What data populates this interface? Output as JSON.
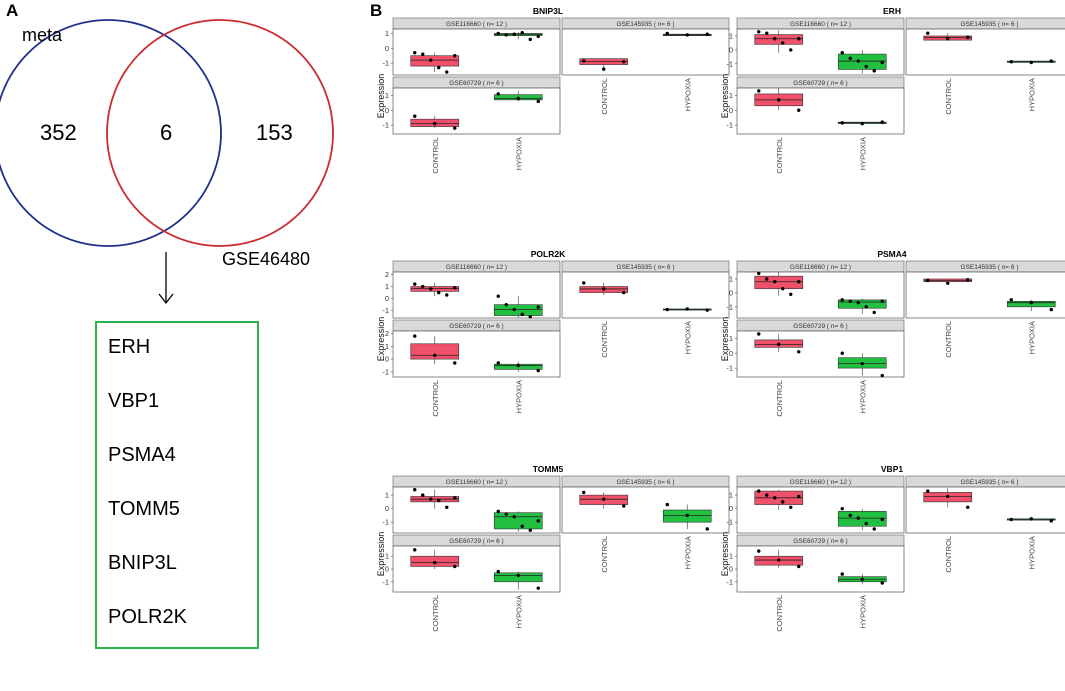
{
  "panel_a": {
    "letter": "A",
    "venn": {
      "left_label": "meta",
      "right_label": "GSE46480",
      "left_only": "352",
      "overlap": "6",
      "right_only": "153",
      "left_color": "#1f2f8c",
      "right_color": "#cc2b2b"
    },
    "gene_box_color": "#2eb04f",
    "genes": [
      "ERH",
      "VBP1",
      "PSMA4",
      "TOMM5",
      "BNIP3L",
      "POLR2K"
    ]
  },
  "panel_b": {
    "letter": "B",
    "ylabel": "Expression",
    "categories": [
      "CONTROL",
      "HYPOXIA"
    ],
    "colors": {
      "CONTROL": "#f0506a",
      "HYPOXIA": "#22c040"
    },
    "strip_labels": [
      "GSE116660 ( n= 12 )",
      "GSE145935 ( n= 6 )",
      "GSE60729 ( n= 6 )"
    ]
  },
  "chart_data": [
    {
      "type": "box",
      "title": "BNIP3L",
      "yticks": [
        -1,
        0,
        1
      ],
      "facets": [
        {
          "strip": "GSE116660 ( n= 12 )",
          "ylim": [
            -1.8,
            1.3
          ],
          "boxes": [
            {
              "category": "CONTROL",
              "q1": -1.2,
              "median": -0.8,
              "q3": -0.5,
              "min": -1.6,
              "max": -0.3
            },
            {
              "category": "HYPOXIA",
              "q1": 0.85,
              "median": 0.95,
              "q3": 1.0,
              "min": 0.6,
              "max": 1.1
            }
          ],
          "points": [
            {
              "category": "CONTROL",
              "y": [
                -0.3,
                -0.4,
                -0.8,
                -1.3,
                -1.6,
                -0.5
              ]
            },
            {
              "category": "HYPOXIA",
              "y": [
                1.0,
                0.9,
                0.95,
                1.05,
                0.6,
                0.8
              ]
            }
          ]
        },
        {
          "strip": "GSE145935 ( n= 6 )",
          "ylim": [
            -1.8,
            1.3
          ],
          "boxes": [
            {
              "category": "CONTROL",
              "q1": -1.1,
              "median": -0.9,
              "q3": -0.7,
              "min": -1.5,
              "max": -0.7
            },
            {
              "category": "HYPOXIA",
              "q1": 0.85,
              "median": 0.9,
              "q3": 0.95,
              "min": 0.85,
              "max": 1.0
            }
          ],
          "points": [
            {
              "category": "CONTROL",
              "y": [
                -0.85,
                -1.4,
                -0.9
              ]
            },
            {
              "category": "HYPOXIA",
              "y": [
                1.0,
                0.9,
                0.95
              ]
            }
          ]
        },
        {
          "strip": "GSE60729 ( n= 6 )",
          "ylim": [
            -1.6,
            1.5
          ],
          "boxes": [
            {
              "category": "CONTROL",
              "q1": -1.1,
              "median": -0.9,
              "q3": -0.6,
              "min": -1.2,
              "max": -0.4
            },
            {
              "category": "HYPOXIA",
              "q1": 0.7,
              "median": 0.8,
              "q3": 1.05,
              "min": 0.6,
              "max": 1.3
            }
          ],
          "points": [
            {
              "category": "CONTROL",
              "y": [
                -0.4,
                -0.9,
                -1.2
              ]
            },
            {
              "category": "HYPOXIA",
              "y": [
                1.1,
                0.8,
                0.6
              ]
            }
          ]
        }
      ]
    },
    {
      "type": "box",
      "title": "ERH",
      "yticks": [
        -1,
        0,
        1
      ],
      "facets": [
        {
          "strip": "GSE116660 ( n= 12 )",
          "ylim": [
            -1.8,
            1.5
          ],
          "boxes": [
            {
              "category": "CONTROL",
              "q1": 0.4,
              "median": 0.8,
              "q3": 1.1,
              "min": -0.2,
              "max": 1.4
            },
            {
              "category": "HYPOXIA",
              "q1": -1.4,
              "median": -0.8,
              "q3": -0.3,
              "min": -1.7,
              "max": 0.0
            }
          ],
          "points": [
            {
              "category": "CONTROL",
              "y": [
                1.3,
                1.2,
                0.8,
                0.5,
                0.0,
                0.8
              ]
            },
            {
              "category": "HYPOXIA",
              "y": [
                -0.2,
                -0.6,
                -0.8,
                -1.2,
                -1.5,
                -0.9
              ]
            }
          ]
        },
        {
          "strip": "GSE145935 ( n= 6 )",
          "ylim": [
            -1.8,
            1.5
          ],
          "boxes": [
            {
              "category": "CONTROL",
              "q1": 0.7,
              "median": 0.9,
              "q3": 1.0,
              "min": 0.7,
              "max": 1.2
            },
            {
              "category": "HYPOXIA",
              "q1": -0.9,
              "median": -0.85,
              "q3": -0.8,
              "min": -0.95,
              "max": -0.8
            }
          ],
          "points": [
            {
              "category": "CONTROL",
              "y": [
                1.2,
                0.8,
                0.9
              ]
            },
            {
              "category": "HYPOXIA",
              "y": [
                -0.85,
                -0.9,
                -0.8
              ]
            }
          ]
        },
        {
          "strip": "GSE60729 ( n= 6 )",
          "ylim": [
            -1.6,
            1.5
          ],
          "boxes": [
            {
              "category": "CONTROL",
              "q1": 0.3,
              "median": 0.7,
              "q3": 1.1,
              "min": 0.0,
              "max": 1.5
            },
            {
              "category": "HYPOXIA",
              "q1": -0.9,
              "median": -0.85,
              "q3": -0.8,
              "min": -0.9,
              "max": -0.8
            }
          ],
          "points": [
            {
              "category": "CONTROL",
              "y": [
                1.3,
                0.7,
                0.0
              ]
            },
            {
              "category": "HYPOXIA",
              "y": [
                -0.85,
                -0.9,
                -0.8
              ]
            }
          ]
        }
      ]
    },
    {
      "type": "box",
      "title": "POLR2K",
      "yticks": [
        -1,
        0,
        1,
        2
      ],
      "facets": [
        {
          "strip": "GSE116660 ( n= 12 )",
          "ylim": [
            -1.6,
            2.2
          ],
          "boxes": [
            {
              "category": "CONTROL",
              "q1": 0.6,
              "median": 0.85,
              "q3": 1.0,
              "min": 0.2,
              "max": 1.3
            },
            {
              "category": "HYPOXIA",
              "q1": -1.4,
              "median": -0.9,
              "q3": -0.5,
              "min": -1.6,
              "max": 0.2
            }
          ],
          "points": [
            {
              "category": "CONTROL",
              "y": [
                1.2,
                1.0,
                0.8,
                0.5,
                0.3,
                0.9
              ]
            },
            {
              "category": "HYPOXIA",
              "y": [
                0.2,
                -0.5,
                -0.9,
                -1.3,
                -1.5,
                -0.7
              ]
            }
          ]
        },
        {
          "strip": "GSE145935 ( n= 6 )",
          "ylim": [
            -1.6,
            2.2
          ],
          "boxes": [
            {
              "category": "CONTROL",
              "q1": 0.5,
              "median": 0.8,
              "q3": 1.0,
              "min": 0.3,
              "max": 1.3
            },
            {
              "category": "HYPOXIA",
              "q1": -0.95,
              "median": -0.9,
              "q3": -0.85,
              "min": -1.0,
              "max": -0.8
            }
          ],
          "points": [
            {
              "category": "CONTROL",
              "y": [
                1.3,
                0.8,
                0.5
              ]
            },
            {
              "category": "HYPOXIA",
              "y": [
                -0.9,
                -0.85,
                -0.95
              ]
            }
          ]
        },
        {
          "strip": "GSE60729 ( n= 6 )",
          "ylim": [
            -1.4,
            2.2
          ],
          "boxes": [
            {
              "category": "CONTROL",
              "q1": 0.0,
              "median": 0.3,
              "q3": 1.2,
              "min": -0.4,
              "max": 1.8
            },
            {
              "category": "HYPOXIA",
              "q1": -0.8,
              "median": -0.5,
              "q3": -0.4,
              "min": -1.0,
              "max": -0.2
            }
          ],
          "points": [
            {
              "category": "CONTROL",
              "y": [
                1.8,
                0.3,
                -0.3
              ]
            },
            {
              "category": "HYPOXIA",
              "y": [
                -0.3,
                -0.5,
                -0.9
              ]
            }
          ]
        }
      ]
    },
    {
      "type": "box",
      "title": "PSMA4",
      "yticks": [
        -1,
        0,
        1
      ],
      "facets": [
        {
          "strip": "GSE116660 ( n= 12 )",
          "ylim": [
            -1.8,
            1.5
          ],
          "boxes": [
            {
              "category": "CONTROL",
              "q1": 0.3,
              "median": 0.8,
              "q3": 1.2,
              "min": -0.2,
              "max": 1.5
            },
            {
              "category": "HYPOXIA",
              "q1": -1.1,
              "median": -0.65,
              "q3": -0.5,
              "min": -1.5,
              "max": -0.4
            }
          ],
          "points": [
            {
              "category": "CONTROL",
              "y": [
                1.4,
                1.0,
                0.8,
                0.3,
                -0.1,
                0.8
              ]
            },
            {
              "category": "HYPOXIA",
              "y": [
                -0.5,
                -0.6,
                -0.7,
                -1.0,
                -1.4,
                -0.6
              ]
            }
          ]
        },
        {
          "strip": "GSE145935 ( n= 6 )",
          "ylim": [
            -1.8,
            1.5
          ],
          "boxes": [
            {
              "category": "CONTROL",
              "q1": 0.8,
              "median": 0.9,
              "q3": 1.0,
              "min": 0.7,
              "max": 1.0
            },
            {
              "category": "HYPOXIA",
              "q1": -1.0,
              "median": -0.7,
              "q3": -0.6,
              "min": -1.3,
              "max": -0.5
            }
          ],
          "points": [
            {
              "category": "CONTROL",
              "y": [
                0.9,
                0.7,
                0.95
              ]
            },
            {
              "category": "HYPOXIA",
              "y": [
                -0.5,
                -0.7,
                -1.2
              ]
            }
          ]
        },
        {
          "strip": "GSE60729 ( n= 6 )",
          "ylim": [
            -1.6,
            1.5
          ],
          "boxes": [
            {
              "category": "CONTROL",
              "q1": 0.4,
              "median": 0.6,
              "q3": 0.9,
              "min": 0.1,
              "max": 1.3
            },
            {
              "category": "HYPOXIA",
              "q1": -1.0,
              "median": -0.7,
              "q3": -0.3,
              "min": -1.5,
              "max": 0.0
            }
          ],
          "points": [
            {
              "category": "CONTROL",
              "y": [
                1.3,
                0.6,
                0.1
              ]
            },
            {
              "category": "HYPOXIA",
              "y": [
                0.0,
                -0.7,
                -1.5
              ]
            }
          ]
        }
      ]
    },
    {
      "type": "box",
      "title": "TOMM5",
      "yticks": [
        -1,
        0,
        1
      ],
      "facets": [
        {
          "strip": "GSE116660 ( n= 12 )",
          "ylim": [
            -1.8,
            1.6
          ],
          "boxes": [
            {
              "category": "CONTROL",
              "q1": 0.5,
              "median": 0.7,
              "q3": 0.9,
              "min": 0.0,
              "max": 1.4
            },
            {
              "category": "HYPOXIA",
              "q1": -1.5,
              "median": -0.6,
              "q3": -0.3,
              "min": -1.7,
              "max": -0.2
            }
          ],
          "points": [
            {
              "category": "CONTROL",
              "y": [
                1.4,
                1.0,
                0.7,
                0.6,
                0.1,
                0.8
              ]
            },
            {
              "category": "HYPOXIA",
              "y": [
                -0.2,
                -0.4,
                -0.6,
                -1.3,
                -1.6,
                -0.9
              ]
            }
          ]
        },
        {
          "strip": "GSE145935 ( n= 6 )",
          "ylim": [
            -1.8,
            1.6
          ],
          "boxes": [
            {
              "category": "CONTROL",
              "q1": 0.3,
              "median": 0.7,
              "q3": 1.0,
              "min": 0.0,
              "max": 1.2
            },
            {
              "category": "HYPOXIA",
              "q1": -1.0,
              "median": -0.5,
              "q3": -0.1,
              "min": -1.5,
              "max": 0.3
            }
          ],
          "points": [
            {
              "category": "CONTROL",
              "y": [
                1.2,
                0.7,
                0.2
              ]
            },
            {
              "category": "HYPOXIA",
              "y": [
                0.3,
                -0.5,
                -1.5
              ]
            }
          ]
        },
        {
          "strip": "GSE60729 ( n= 6 )",
          "ylim": [
            -1.8,
            1.8
          ],
          "boxes": [
            {
              "category": "CONTROL",
              "q1": 0.2,
              "median": 0.5,
              "q3": 1.0,
              "min": 0.0,
              "max": 1.5
            },
            {
              "category": "HYPOXIA",
              "q1": -1.0,
              "median": -0.5,
              "q3": -0.3,
              "min": -1.6,
              "max": -0.2
            }
          ],
          "points": [
            {
              "category": "CONTROL",
              "y": [
                1.5,
                0.5,
                0.2
              ]
            },
            {
              "category": "HYPOXIA",
              "y": [
                -0.2,
                -0.5,
                -1.5
              ]
            }
          ]
        }
      ]
    },
    {
      "type": "box",
      "title": "VBP1",
      "yticks": [
        -1,
        0,
        1
      ],
      "facets": [
        {
          "strip": "GSE116660 ( n= 12 )",
          "ylim": [
            -1.8,
            1.6
          ],
          "boxes": [
            {
              "category": "CONTROL",
              "q1": 0.3,
              "median": 0.8,
              "q3": 1.3,
              "min": -0.1,
              "max": 1.4
            },
            {
              "category": "HYPOXIA",
              "q1": -1.3,
              "median": -0.7,
              "q3": -0.2,
              "min": -1.6,
              "max": 0.0
            }
          ],
          "points": [
            {
              "category": "CONTROL",
              "y": [
                1.3,
                1.0,
                0.8,
                0.5,
                0.1,
                0.9
              ]
            },
            {
              "category": "HYPOXIA",
              "y": [
                0.0,
                -0.5,
                -0.7,
                -1.1,
                -1.5,
                -0.8
              ]
            }
          ]
        },
        {
          "strip": "GSE145935 ( n= 6 )",
          "ylim": [
            -1.8,
            1.6
          ],
          "boxes": [
            {
              "category": "CONTROL",
              "q1": 0.5,
              "median": 0.9,
              "q3": 1.2,
              "min": 0.1,
              "max": 1.5
            },
            {
              "category": "HYPOXIA",
              "q1": -0.85,
              "median": -0.8,
              "q3": -0.75,
              "min": -0.9,
              "max": -0.7
            }
          ],
          "points": [
            {
              "category": "CONTROL",
              "y": [
                1.3,
                0.9,
                0.1
              ]
            },
            {
              "category": "HYPOXIA",
              "y": [
                -0.8,
                -0.75,
                -0.9
              ]
            }
          ]
        },
        {
          "strip": "GSE60729 ( n= 6 )",
          "ylim": [
            -1.8,
            1.8
          ],
          "boxes": [
            {
              "category": "CONTROL",
              "q1": 0.3,
              "median": 0.7,
              "q3": 1.0,
              "min": 0.1,
              "max": 1.5
            },
            {
              "category": "HYPOXIA",
              "q1": -1.0,
              "median": -0.8,
              "q3": -0.6,
              "min": -1.2,
              "max": -0.4
            }
          ],
          "points": [
            {
              "category": "CONTROL",
              "y": [
                1.4,
                0.7,
                0.2
              ]
            },
            {
              "category": "HYPOXIA",
              "y": [
                -0.4,
                -0.8,
                -1.1
              ]
            }
          ]
        }
      ]
    }
  ]
}
